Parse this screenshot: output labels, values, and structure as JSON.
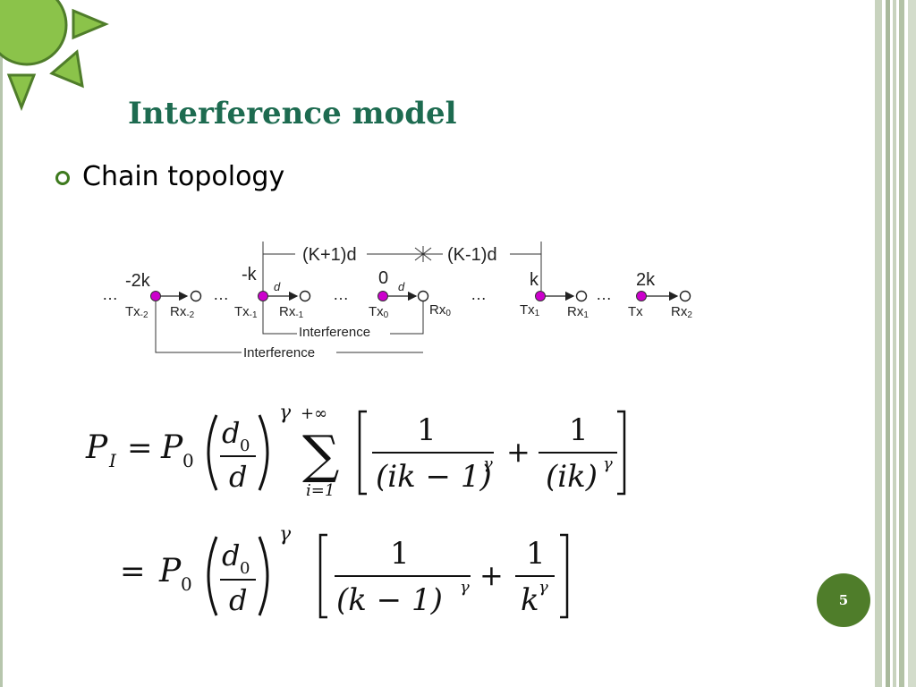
{
  "slide": {
    "title": "Interference model",
    "bullet": "Chain topology",
    "page_number": "5"
  },
  "colors": {
    "title": "#1d6b50",
    "accent_green": "#8bc34a",
    "badge": "#4f7d2a",
    "node_magenta": "#cc00cc"
  },
  "diagram": {
    "dist_left": "(K+1)d",
    "dist_right": "(K-1)d",
    "idx_m2k": "-2k",
    "idx_mk": "-k",
    "idx_0": "0",
    "idx_k": "k",
    "idx_2k": "2k",
    "d1": "d",
    "d2": "d",
    "tx_m2_base": "Tx",
    "tx_m2_sub": "-2",
    "rx_m2_base": "Rx",
    "rx_m2_sub": "-2",
    "tx_m1_base": "Tx",
    "tx_m1_sub": "-1",
    "rx_m1_base": "Rx",
    "rx_m1_sub": "-1",
    "tx_0_base": "Tx",
    "tx_0_sub": "0",
    "rx_0_base": "Rx",
    "rx_0_sub": "0",
    "tx_1_base": "Tx",
    "tx_1_sub": "1",
    "rx_1_base": "Rx",
    "rx_1_sub": "1",
    "tx_2_base": "Tx",
    "rx_2_base": "Rx",
    "rx_2_sub": "2",
    "interference_1": "Interference",
    "interference_2": "Interference",
    "ellipsis": "…"
  },
  "equation": {
    "P": "P",
    "I": "I",
    "eq": "=",
    "P0": "P",
    "zero": "0",
    "d": "d",
    "gamma": "γ",
    "sum": "∑",
    "plus_inf": "+∞",
    "i_eq_1": "i=1",
    "one": "1",
    "plus": "+",
    "den1": "(ik − 1)",
    "den2": "(ik)",
    "den3": "(k − 1)",
    "den4": "k"
  }
}
